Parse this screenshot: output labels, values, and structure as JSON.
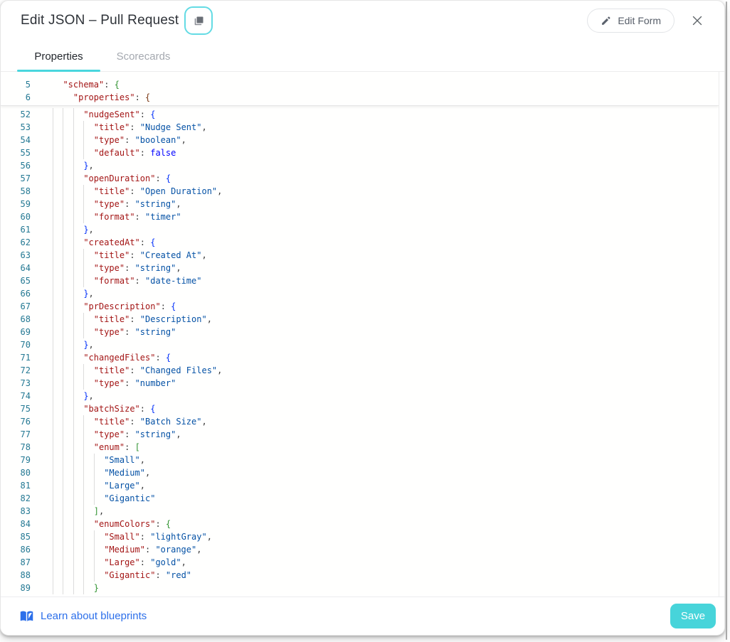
{
  "modal": {
    "title": "Edit JSON – Pull Request"
  },
  "header": {
    "edit_form_label": "Edit Form"
  },
  "tabs": [
    {
      "label": "Properties",
      "active": true
    },
    {
      "label": "Scorecards",
      "active": false
    }
  ],
  "editor": {
    "language": "json",
    "sticky_lines": [
      {
        "n": "5",
        "indent": 1,
        "tokens": [
          [
            "key",
            "\"schema\""
          ],
          [
            "pun",
            ": "
          ],
          [
            "b2",
            "{"
          ]
        ]
      },
      {
        "n": "6",
        "indent": 2,
        "tokens": [
          [
            "key",
            "\"properties\""
          ],
          [
            "pun",
            ": "
          ],
          [
            "b3",
            "{"
          ]
        ]
      }
    ],
    "lines": [
      {
        "n": "52",
        "indent": 3,
        "tokens": [
          [
            "key",
            "\"nudgeSent\""
          ],
          [
            "pun",
            ": "
          ],
          [
            "b1",
            "{"
          ]
        ]
      },
      {
        "n": "53",
        "indent": 4,
        "tokens": [
          [
            "key",
            "\"title\""
          ],
          [
            "pun",
            ": "
          ],
          [
            "val",
            "\"Nudge Sent\""
          ],
          [
            "pun",
            ","
          ]
        ]
      },
      {
        "n": "54",
        "indent": 4,
        "tokens": [
          [
            "key",
            "\"type\""
          ],
          [
            "pun",
            ": "
          ],
          [
            "val",
            "\"boolean\""
          ],
          [
            "pun",
            ","
          ]
        ]
      },
      {
        "n": "55",
        "indent": 4,
        "tokens": [
          [
            "key",
            "\"default\""
          ],
          [
            "pun",
            ": "
          ],
          [
            "kw",
            "false"
          ]
        ]
      },
      {
        "n": "56",
        "indent": 3,
        "tokens": [
          [
            "b1",
            "}"
          ],
          [
            "pun",
            ","
          ]
        ]
      },
      {
        "n": "57",
        "indent": 3,
        "tokens": [
          [
            "key",
            "\"openDuration\""
          ],
          [
            "pun",
            ": "
          ],
          [
            "b1",
            "{"
          ]
        ]
      },
      {
        "n": "58",
        "indent": 4,
        "tokens": [
          [
            "key",
            "\"title\""
          ],
          [
            "pun",
            ": "
          ],
          [
            "val",
            "\"Open Duration\""
          ],
          [
            "pun",
            ","
          ]
        ]
      },
      {
        "n": "59",
        "indent": 4,
        "tokens": [
          [
            "key",
            "\"type\""
          ],
          [
            "pun",
            ": "
          ],
          [
            "val",
            "\"string\""
          ],
          [
            "pun",
            ","
          ]
        ]
      },
      {
        "n": "60",
        "indent": 4,
        "tokens": [
          [
            "key",
            "\"format\""
          ],
          [
            "pun",
            ": "
          ],
          [
            "val",
            "\"timer\""
          ]
        ]
      },
      {
        "n": "61",
        "indent": 3,
        "tokens": [
          [
            "b1",
            "}"
          ],
          [
            "pun",
            ","
          ]
        ]
      },
      {
        "n": "62",
        "indent": 3,
        "tokens": [
          [
            "key",
            "\"createdAt\""
          ],
          [
            "pun",
            ": "
          ],
          [
            "b1",
            "{"
          ]
        ]
      },
      {
        "n": "63",
        "indent": 4,
        "tokens": [
          [
            "key",
            "\"title\""
          ],
          [
            "pun",
            ": "
          ],
          [
            "val",
            "\"Created At\""
          ],
          [
            "pun",
            ","
          ]
        ]
      },
      {
        "n": "64",
        "indent": 4,
        "tokens": [
          [
            "key",
            "\"type\""
          ],
          [
            "pun",
            ": "
          ],
          [
            "val",
            "\"string\""
          ],
          [
            "pun",
            ","
          ]
        ]
      },
      {
        "n": "65",
        "indent": 4,
        "tokens": [
          [
            "key",
            "\"format\""
          ],
          [
            "pun",
            ": "
          ],
          [
            "val",
            "\"date-time\""
          ]
        ]
      },
      {
        "n": "66",
        "indent": 3,
        "tokens": [
          [
            "b1",
            "}"
          ],
          [
            "pun",
            ","
          ]
        ]
      },
      {
        "n": "67",
        "indent": 3,
        "tokens": [
          [
            "key",
            "\"prDescription\""
          ],
          [
            "pun",
            ": "
          ],
          [
            "b1",
            "{"
          ]
        ]
      },
      {
        "n": "68",
        "indent": 4,
        "tokens": [
          [
            "key",
            "\"title\""
          ],
          [
            "pun",
            ": "
          ],
          [
            "val",
            "\"Description\""
          ],
          [
            "pun",
            ","
          ]
        ]
      },
      {
        "n": "69",
        "indent": 4,
        "tokens": [
          [
            "key",
            "\"type\""
          ],
          [
            "pun",
            ": "
          ],
          [
            "val",
            "\"string\""
          ]
        ]
      },
      {
        "n": "70",
        "indent": 3,
        "tokens": [
          [
            "b1",
            "}"
          ],
          [
            "pun",
            ","
          ]
        ]
      },
      {
        "n": "71",
        "indent": 3,
        "tokens": [
          [
            "key",
            "\"changedFiles\""
          ],
          [
            "pun",
            ": "
          ],
          [
            "b1",
            "{"
          ]
        ]
      },
      {
        "n": "72",
        "indent": 4,
        "tokens": [
          [
            "key",
            "\"title\""
          ],
          [
            "pun",
            ": "
          ],
          [
            "val",
            "\"Changed Files\""
          ],
          [
            "pun",
            ","
          ]
        ]
      },
      {
        "n": "73",
        "indent": 4,
        "tokens": [
          [
            "key",
            "\"type\""
          ],
          [
            "pun",
            ": "
          ],
          [
            "val",
            "\"number\""
          ]
        ]
      },
      {
        "n": "74",
        "indent": 3,
        "tokens": [
          [
            "b1",
            "}"
          ],
          [
            "pun",
            ","
          ]
        ]
      },
      {
        "n": "75",
        "indent": 3,
        "tokens": [
          [
            "key",
            "\"batchSize\""
          ],
          [
            "pun",
            ": "
          ],
          [
            "b1",
            "{"
          ]
        ]
      },
      {
        "n": "76",
        "indent": 4,
        "tokens": [
          [
            "key",
            "\"title\""
          ],
          [
            "pun",
            ": "
          ],
          [
            "val",
            "\"Batch Size\""
          ],
          [
            "pun",
            ","
          ]
        ]
      },
      {
        "n": "77",
        "indent": 4,
        "tokens": [
          [
            "key",
            "\"type\""
          ],
          [
            "pun",
            ": "
          ],
          [
            "val",
            "\"string\""
          ],
          [
            "pun",
            ","
          ]
        ]
      },
      {
        "n": "78",
        "indent": 4,
        "tokens": [
          [
            "key",
            "\"enum\""
          ],
          [
            "pun",
            ": "
          ],
          [
            "b2",
            "["
          ]
        ]
      },
      {
        "n": "79",
        "indent": 5,
        "tokens": [
          [
            "val",
            "\"Small\""
          ],
          [
            "pun",
            ","
          ]
        ]
      },
      {
        "n": "80",
        "indent": 5,
        "tokens": [
          [
            "val",
            "\"Medium\""
          ],
          [
            "pun",
            ","
          ]
        ]
      },
      {
        "n": "81",
        "indent": 5,
        "tokens": [
          [
            "val",
            "\"Large\""
          ],
          [
            "pun",
            ","
          ]
        ]
      },
      {
        "n": "82",
        "indent": 5,
        "tokens": [
          [
            "val",
            "\"Gigantic\""
          ]
        ]
      },
      {
        "n": "83",
        "indent": 4,
        "tokens": [
          [
            "b2",
            "]"
          ],
          [
            "pun",
            ","
          ]
        ]
      },
      {
        "n": "84",
        "indent": 4,
        "tokens": [
          [
            "key",
            "\"enumColors\""
          ],
          [
            "pun",
            ": "
          ],
          [
            "b2",
            "{"
          ]
        ]
      },
      {
        "n": "85",
        "indent": 5,
        "tokens": [
          [
            "key",
            "\"Small\""
          ],
          [
            "pun",
            ": "
          ],
          [
            "val",
            "\"lightGray\""
          ],
          [
            "pun",
            ","
          ]
        ]
      },
      {
        "n": "86",
        "indent": 5,
        "tokens": [
          [
            "key",
            "\"Medium\""
          ],
          [
            "pun",
            ": "
          ],
          [
            "val",
            "\"orange\""
          ],
          [
            "pun",
            ","
          ]
        ]
      },
      {
        "n": "87",
        "indent": 5,
        "tokens": [
          [
            "key",
            "\"Large\""
          ],
          [
            "pun",
            ": "
          ],
          [
            "val",
            "\"gold\""
          ],
          [
            "pun",
            ","
          ]
        ]
      },
      {
        "n": "88",
        "indent": 5,
        "tokens": [
          [
            "key",
            "\"Gigantic\""
          ],
          [
            "pun",
            ": "
          ],
          [
            "val",
            "\"red\""
          ]
        ]
      },
      {
        "n": "89",
        "indent": 4,
        "tokens": [
          [
            "b2",
            "}"
          ]
        ]
      }
    ]
  },
  "footer": {
    "link_label": "Learn about blueprints",
    "save_label": "Save"
  },
  "icons": {
    "copy": "copy-icon",
    "pencil": "pencil-icon",
    "close": "close-icon",
    "book": "book-icon"
  },
  "colors": {
    "accent_teal": "#47d4da",
    "tab_underline": "#49d6dd",
    "copy_button_border": "#63dbe4",
    "link_blue": "#2c6fea",
    "line_number": "#237893",
    "token_key": "#a31515",
    "token_string_value": "#0451a5",
    "token_keyword": "#0000ff",
    "bracket_level_blue": "#0431fa",
    "bracket_level_green": "#319331",
    "bracket_level_brown": "#7b3814"
  }
}
